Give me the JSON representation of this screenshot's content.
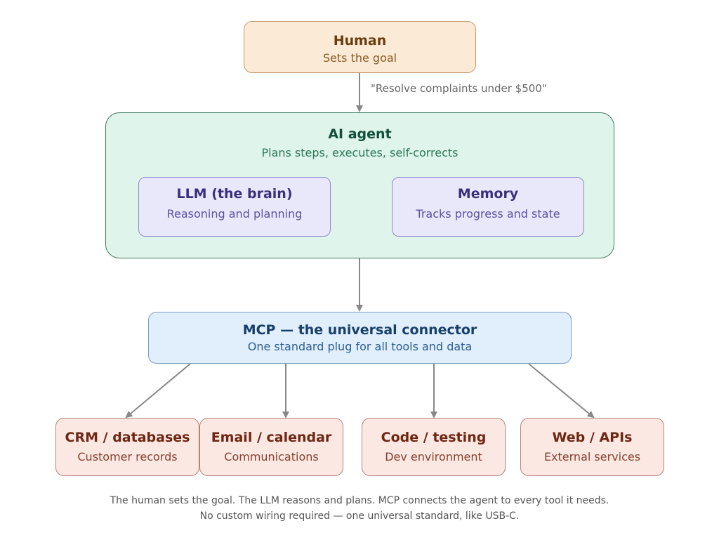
{
  "human": {
    "title": "Human",
    "subtitle": "Sets the goal"
  },
  "goal_label": "\"Resolve complaints under $500\"",
  "agent": {
    "title": "AI agent",
    "subtitle": "Plans steps, executes, self-corrects",
    "llm": {
      "title": "LLM (the brain)",
      "subtitle": "Reasoning and planning"
    },
    "memory": {
      "title": "Memory",
      "subtitle": "Tracks progress and state"
    }
  },
  "mcp": {
    "title": "MCP — the universal connector",
    "subtitle": "One standard plug for all tools and data"
  },
  "tools": [
    {
      "title": "CRM / databases",
      "subtitle": "Customer records"
    },
    {
      "title": "Email / calendar",
      "subtitle": "Communications"
    },
    {
      "title": "Code / testing",
      "subtitle": "Dev environment"
    },
    {
      "title": "Web / APIs",
      "subtitle": "External services"
    }
  ],
  "caption": {
    "line1": "The human sets the goal. The LLM reasons and plans. MCP connects the agent to every tool it needs.",
    "line2": "No custom wiring required — one universal standard, like USB-C."
  },
  "colors": {
    "human_fill": "#fbebd6",
    "agent_fill": "#dff4ea",
    "inner_fill": "#e9e8fb",
    "mcp_fill": "#e1eefb",
    "tool_fill": "#fbe8e3",
    "arrow": "#888888"
  }
}
